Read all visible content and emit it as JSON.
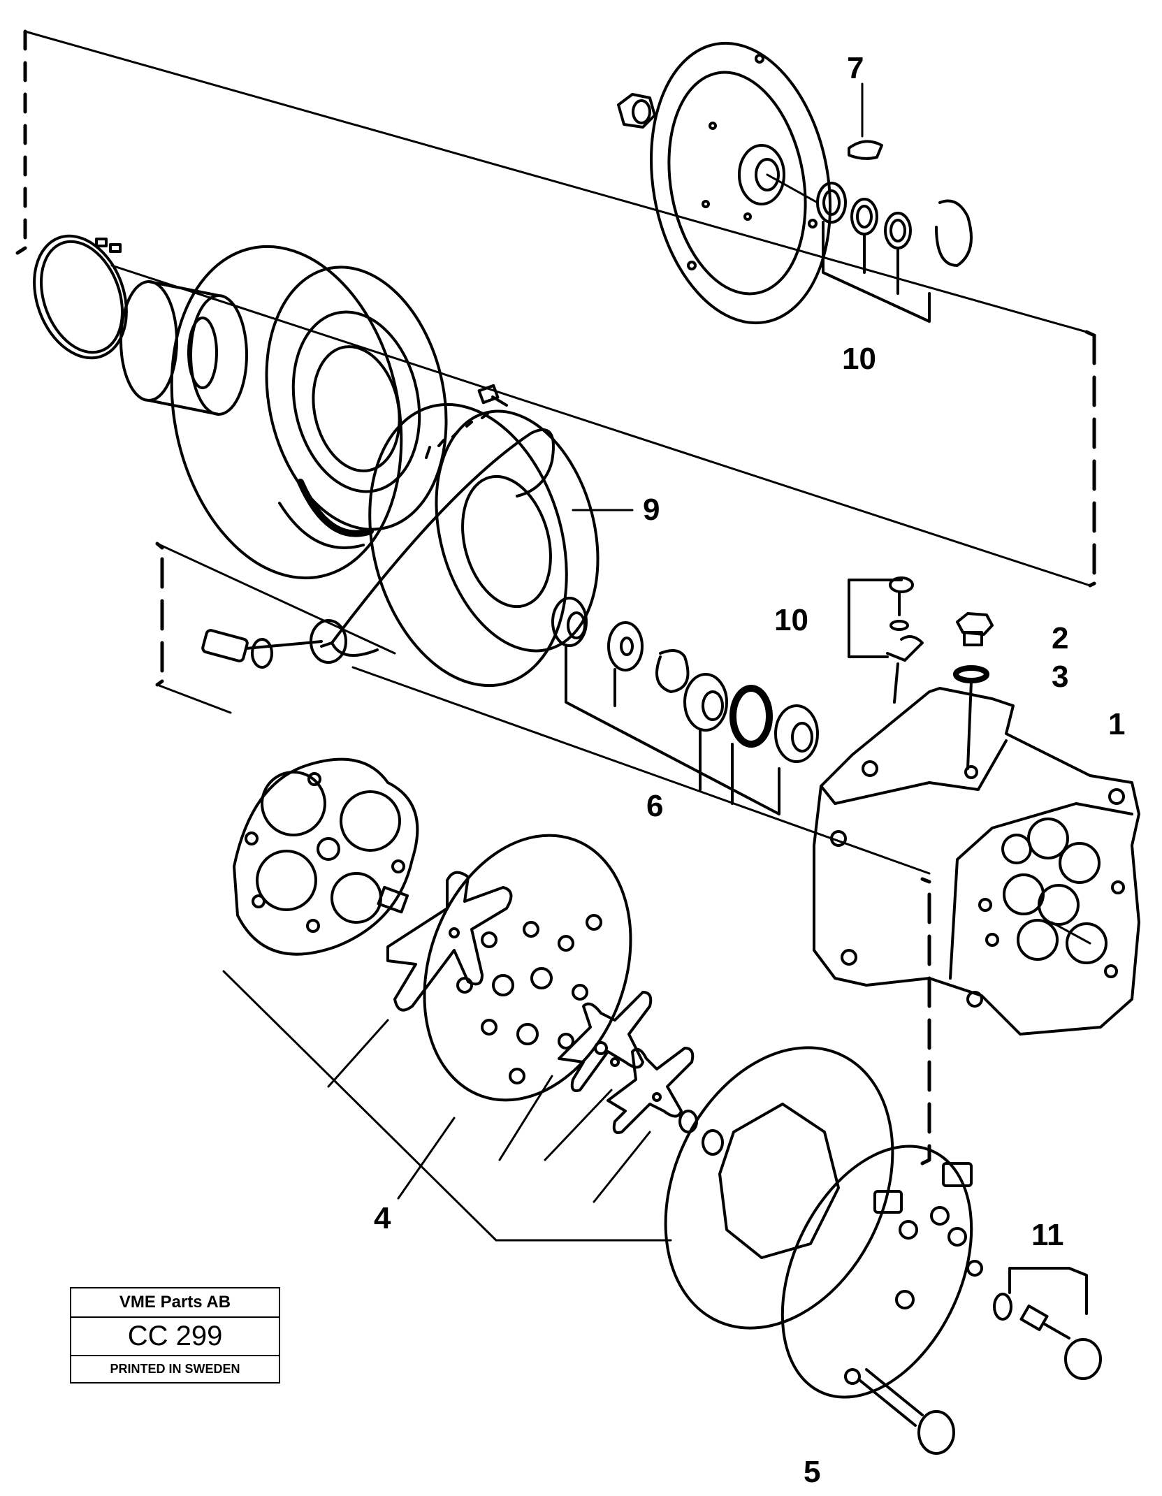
{
  "callouts": {
    "c1": "1",
    "c2": "2",
    "c3": "3",
    "c4": "4",
    "c5": "5",
    "c6": "6",
    "c7": "7",
    "c9": "9",
    "c10_top": "10",
    "c10_mid": "10",
    "c11": "11"
  },
  "stamp": {
    "company": "VME Parts AB",
    "code": "CC 299",
    "printed": "PRINTED IN SWEDEN"
  }
}
